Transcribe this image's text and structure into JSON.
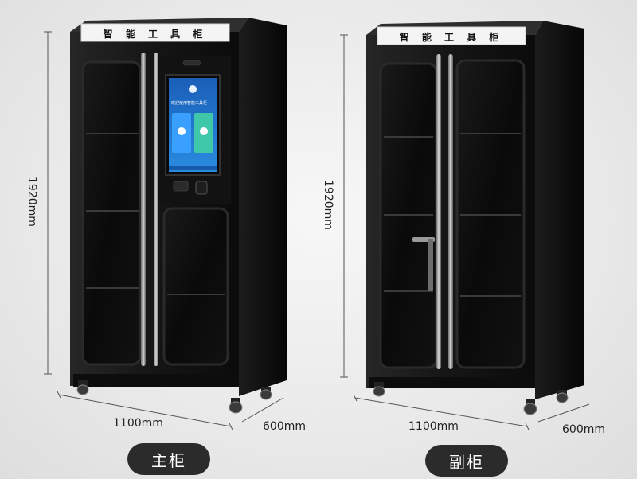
{
  "main_cabinet": {
    "sign": "智 能 工 具 柜",
    "screen_welcome": "欢迎使用智能工具柜",
    "label": "主柜",
    "height_dim": "1920mm",
    "width_dim": "1100mm",
    "depth_dim": "600mm"
  },
  "sub_cabinet": {
    "sign": "智 能 工 具 柜",
    "label": "副柜",
    "height_dim": "1920mm",
    "width_dim": "1100mm",
    "depth_dim": "600mm"
  },
  "colors": {
    "cabinet_body": "#161616",
    "glass": "#0c0c0c",
    "screen_blue": "#1e7fd6",
    "sign_bg": "#f4f4f4",
    "label_pill": "#2b2b2b"
  }
}
